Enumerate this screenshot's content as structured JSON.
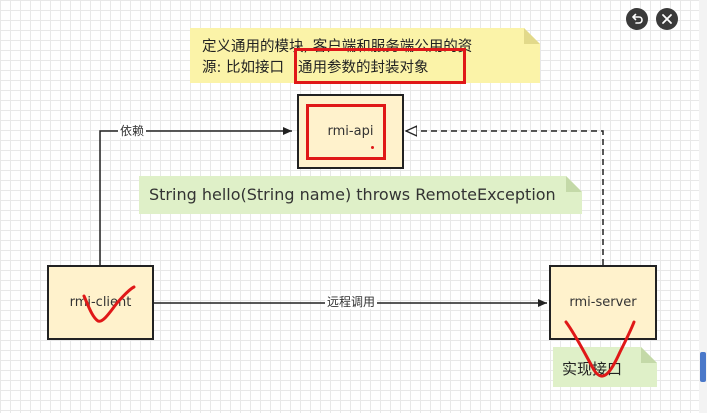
{
  "top_note": {
    "line1": "定义通用的模块, 客户端和服务端公用的资",
    "line2_prefix": "源: 比如接口",
    "line2_highlight": "通用参数的封装对象"
  },
  "api_box": {
    "label": "rmi-api"
  },
  "method_note": {
    "text": "String hello(String name) throws RemoteException"
  },
  "client_box": {
    "label": "rmi-client"
  },
  "server_box": {
    "label": "rmi-server"
  },
  "edges": {
    "depend_label": "依赖",
    "remote_call_label": "远程调用"
  },
  "impl_note": {
    "text": "实现接口"
  },
  "colors": {
    "yellow_note": "#fbf3a8",
    "green_note": "#dff0c8",
    "box_fill": "#fff2cc",
    "annotation_red": "#e01818"
  },
  "toolbar": {
    "undo_icon": "undo-icon",
    "close_icon": "close-icon"
  }
}
